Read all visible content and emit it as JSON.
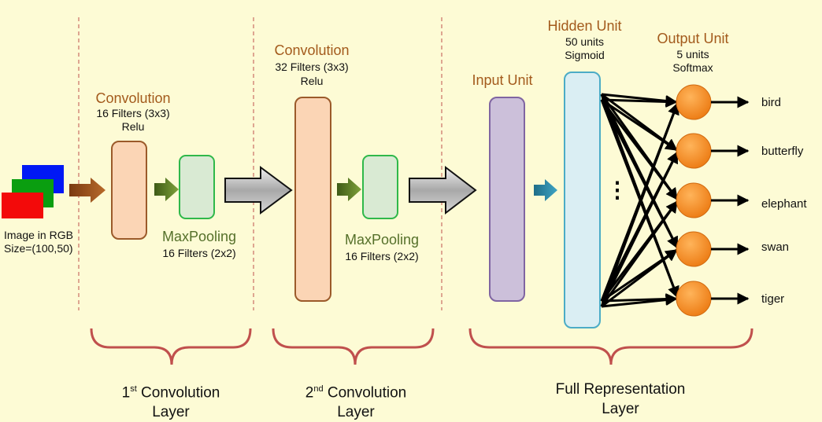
{
  "input_image": {
    "line1": "Image in RGB",
    "line2": "Size=(100,50)",
    "channel_colors": [
      "#0018f5",
      "#0a9e10",
      "#f30a0a"
    ]
  },
  "conv1": {
    "title": "Convolution",
    "line1": "16 Filters (3x3)",
    "line2": "Relu"
  },
  "pool1": {
    "title": "MaxPooling",
    "line1": "16 Filters (2x2)"
  },
  "conv2": {
    "title": "Convolution",
    "line1": "32 Filters (3x3)",
    "line2": "Relu"
  },
  "pool2": {
    "title": "MaxPooling",
    "line1": "16 Filters (2x2)"
  },
  "input_unit": {
    "title": "Input Unit"
  },
  "hidden_unit": {
    "title": "Hidden Unit",
    "line1": "50 units",
    "line2": "Sigmoid",
    "ellipsis": "⋮"
  },
  "output_unit": {
    "title": "Output Unit",
    "line1": "5 units",
    "line2": "Softmax"
  },
  "classes": [
    "bird",
    "butterfly",
    "elephant",
    "swan",
    "tiger"
  ],
  "layers": {
    "first": {
      "ordinal": "1",
      "sup": "st",
      "rest": " Convolution",
      "line2": "Layer"
    },
    "second": {
      "ordinal": "2",
      "sup": "nd",
      "rest": " Convolution",
      "line2": "Layer"
    },
    "full": {
      "line1": "Full Representation",
      "line2": "Layer"
    }
  },
  "colors": {
    "background": "#fdfbd5",
    "heading": "#a35a1c",
    "pool_heading": "#55702a",
    "conv_fill": "#fbd5b5",
    "conv_stroke": "#9b5a2a",
    "pool_fill": "#d9ead3",
    "pool_stroke": "#2fb84a",
    "input_fill": "#ccc0da",
    "input_stroke": "#8065a2",
    "hidden_fill": "#daeef3",
    "hidden_stroke": "#4bacc6",
    "node_fill": "#f7901e",
    "brace": "#c0504d",
    "divider": "#c0504d"
  }
}
